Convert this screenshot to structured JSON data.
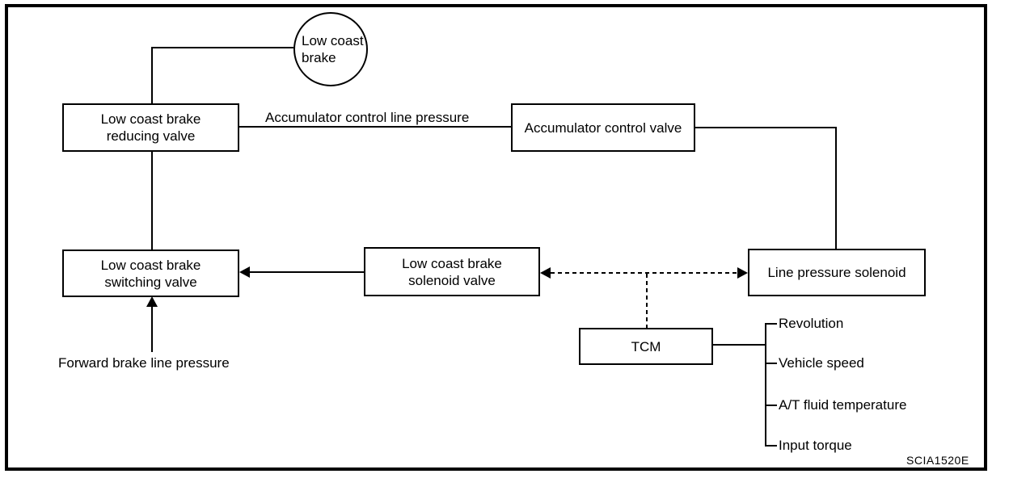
{
  "diagram": {
    "nodes": {
      "low_coast_brake": {
        "line1": "Low coast",
        "line2": "brake"
      },
      "reducing_valve": {
        "line1": "Low coast brake",
        "line2": "reducing valve"
      },
      "accumulator_control_valve": {
        "label": "Accumulator control valve"
      },
      "switching_valve": {
        "line1": "Low coast brake",
        "line2": "switching valve"
      },
      "solenoid_valve": {
        "line1": "Low coast brake",
        "line2": "solenoid valve"
      },
      "line_pressure_solenoid": {
        "label": "Line pressure solenoid"
      },
      "tcm": {
        "label": "TCM"
      }
    },
    "edge_labels": {
      "accumulator_line": "Accumulator control line pressure",
      "forward_brake": "Forward brake line pressure"
    },
    "tcm_inputs": [
      "Revolution",
      "Vehicle speed",
      "A/T fluid temperature",
      "Input torque"
    ],
    "figure_code": "SCIA1520E",
    "colors": {
      "line": "#000000",
      "background": "#ffffff"
    }
  }
}
